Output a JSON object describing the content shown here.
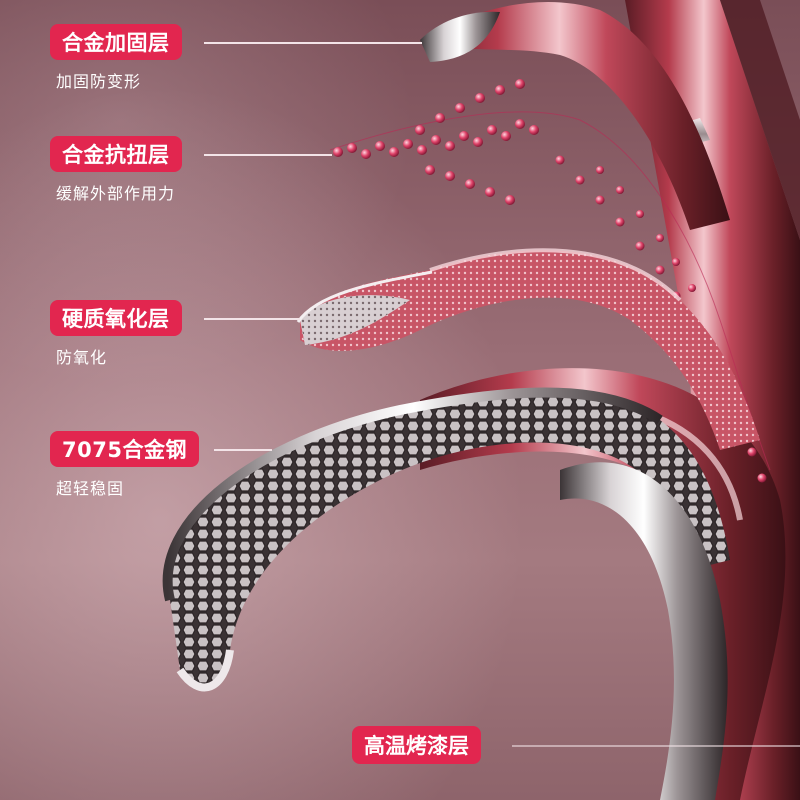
{
  "callouts": [
    {
      "label": "合金加固层",
      "desc": "加固防变形"
    },
    {
      "label": "合金抗扭层",
      "desc": "缓解外部作用力"
    },
    {
      "label": "硬质氧化层",
      "desc": "防氧化"
    },
    {
      "label": "7075合金钢",
      "desc": "超轻稳固"
    }
  ],
  "bottom_callout": {
    "label": "高温烤漆层"
  },
  "colors": {
    "accent": "#e2264f",
    "background": "#8a5a62",
    "metal_rose": "#c24a5a",
    "chrome": "#e8e4e6"
  }
}
